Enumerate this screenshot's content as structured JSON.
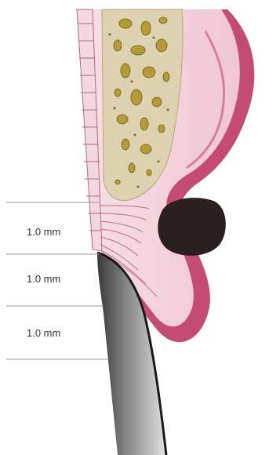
{
  "colors": {
    "enamel": "#c7c7c7",
    "enamel_dark": "#303030",
    "gingiva_light": "#f4d9e0",
    "gingiva_mid": "#e7b0c0",
    "gingiva_dark": "#c44c74",
    "bone": "#ddd2b0",
    "bone_pore": "#c7b04a",
    "pocket": "#2a2020",
    "line": "#999999"
  },
  "measurements": [
    {
      "label": "1.0 mm"
    },
    {
      "label": "1.0 mm"
    },
    {
      "label": "1.0 mm"
    }
  ]
}
